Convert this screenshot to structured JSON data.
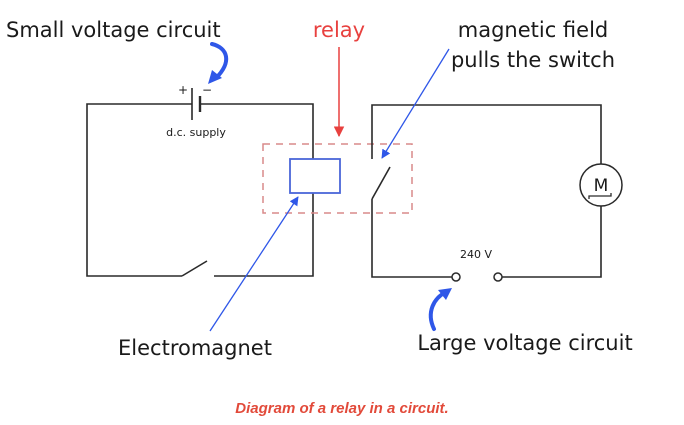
{
  "labels": {
    "small_circuit": "Small voltage circuit",
    "relay": "relay",
    "magnetic_line1": "magnetic field",
    "magnetic_line2": "pulls the switch",
    "dc_supply": "d.c. supply",
    "plus": "+",
    "minus": "−",
    "voltage": "240 V",
    "electromagnet": "Electromagnet",
    "large_circuit": "Large voltage circuit",
    "motor": "M"
  },
  "caption": "Diagram of a relay in a circuit.",
  "colors": {
    "pointer_blue": "#2f57e8",
    "relay_red": "#e8413f",
    "relay_box_dash": "#d98a8a",
    "caption_red": "#e24a3a"
  }
}
